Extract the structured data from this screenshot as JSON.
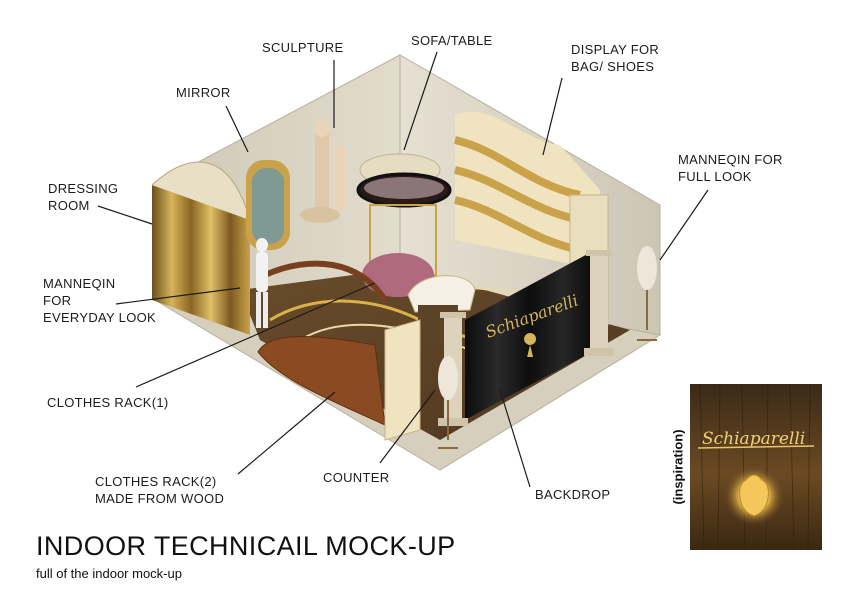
{
  "title": "INDOOR TECHNICAIL MOCK-UP",
  "subtitle": "full of the indoor mock-up",
  "brand_text": "Schiaparelli",
  "inspiration_label": "(inspiration)",
  "labels": {
    "sculpture": "SCULPTURE",
    "sofa_table": "SOFA/TABLE",
    "display_line1": "DISPLAY FOR",
    "display_line2": "BAG/ SHOES",
    "mirror": "MIRROR",
    "dressing_line1": "DRESSING",
    "dressing_line2": "ROOM",
    "mannequin_full_line1": "MANNEQIN FOR",
    "mannequin_full_line2": "FULL LOOK",
    "mannequin_everyday_line1": "MANNEQIN",
    "mannequin_everyday_line2": "FOR",
    "mannequin_everyday_line3": "EVERYDAY LOOK",
    "clothes_rack1": "CLOTHES RACK(1)",
    "clothes_rack2_line1": "CLOTHES RACK(2)",
    "clothes_rack2_line2": "MADE FROM WOOD",
    "counter": "COUNTER",
    "backdrop": "BACKDROP"
  },
  "colors": {
    "wall": "#d9d3c4",
    "floor": "#5b4326",
    "gold": "#c9a24a",
    "curtain": "#141414",
    "wood": "#8a4a22"
  }
}
